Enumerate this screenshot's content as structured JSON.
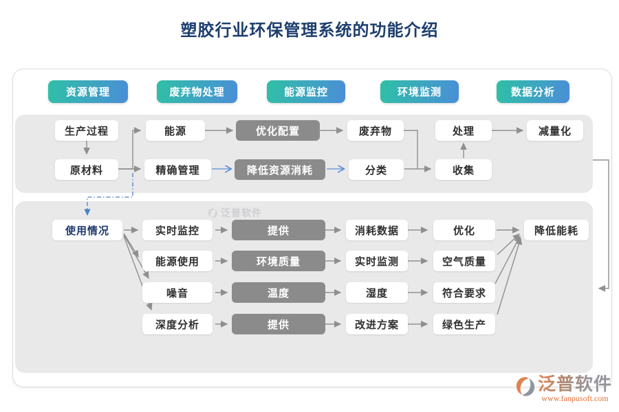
{
  "title": "塑胶行业环保管理系统的功能介绍",
  "tabs": [
    {
      "label": "资源管理"
    },
    {
      "label": "废弃物处理"
    },
    {
      "label": "能源监控"
    },
    {
      "label": "环境监测"
    },
    {
      "label": "数据分析"
    }
  ],
  "top_flow": {
    "production": "生产过程",
    "energy": "能源",
    "optimize_config": "优化配置",
    "waste": "废弃物",
    "treat": "处理",
    "reduction": "减量化",
    "material": "原材料",
    "precise_mgmt": "精确管理",
    "lower_resource": "降低资源消耗",
    "classify": "分类",
    "collect": "收集"
  },
  "bottom_flow": {
    "usage": "使用情况",
    "realtime_monitor": "实时监控",
    "provide1": "提供",
    "consumption_data": "消耗数据",
    "optimize": "优化",
    "lower_energy": "降低能耗",
    "energy_use": "能源使用",
    "env_quality": "环境质量",
    "realtime_detect": "实时监测",
    "air_quality": "空气质量",
    "noise": "噪音",
    "temperature": "温度",
    "humidity": "湿度",
    "meet_req": "符合要求",
    "deep_analysis": "深度分析",
    "provide2": "提供",
    "improve_plan": "改进方案",
    "green_production": "绿色生产"
  },
  "watermark": {
    "brand": "泛普软件",
    "url": "www.fanpusoft.com"
  },
  "colors": {
    "title_text": "#1d3e6e",
    "tab_gradient_start": "#2fc0a6",
    "tab_gradient_end": "#4a8ed8",
    "panel_bg": "#e9e9ea",
    "dark_node_bg": "#8b8b8b",
    "arrow_gray": "#8f8f8f",
    "arrow_blue": "#4a82c8",
    "brand_orange": "#e2703a"
  }
}
